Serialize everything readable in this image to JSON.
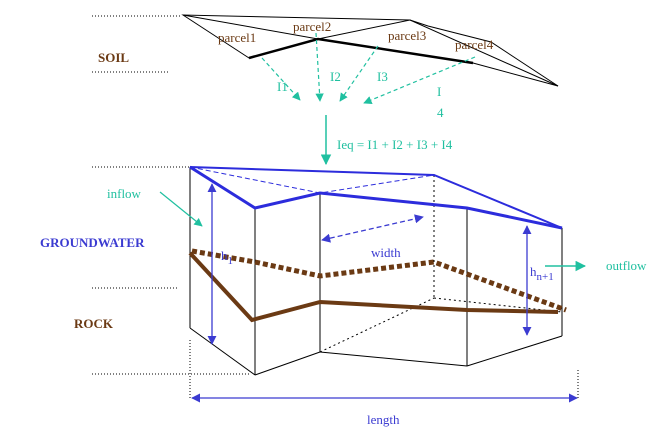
{
  "zones": {
    "soil": "SOIL",
    "groundwater": "GROUNDWATER",
    "rock": "ROCK"
  },
  "parcels": [
    "parcel1",
    "parcel2",
    "parcel3",
    "parcel4"
  ],
  "infiltration": {
    "i1": "I1",
    "i2": "I2",
    "i3": "I3",
    "i4_part1": "I",
    "i4_part2": "4",
    "equation": "Ieq = I1 + I2 + I3 + I4"
  },
  "labels": {
    "inflow": "inflow",
    "outflow": "outflow",
    "width": "width",
    "length": "length",
    "h1_base": "h",
    "h1_sub": "1",
    "hn_base": "h",
    "hn_sub": "n+1"
  },
  "colors": {
    "brown": "#6b3a14",
    "blue": "#3b3bd1",
    "cyan": "#20c0a0",
    "black": "#000000"
  }
}
